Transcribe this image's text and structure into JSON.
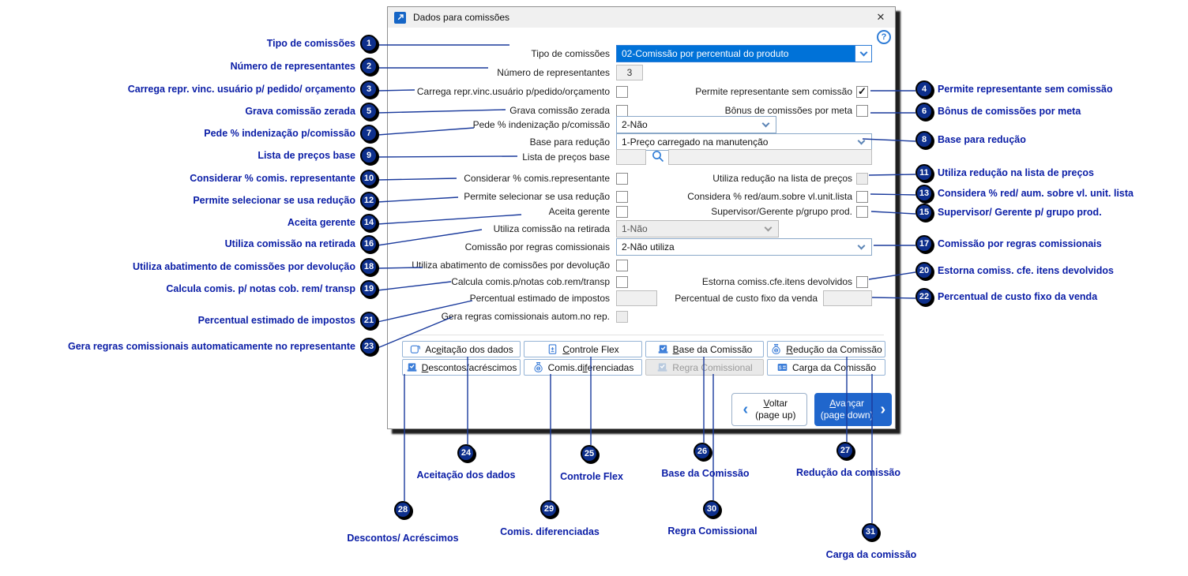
{
  "colors": {
    "selected_combo_bg": "#0072d8",
    "callout_circle": "#0d2f8c",
    "callout_text": "#0a1da6",
    "connector_line": "#1a3a9c",
    "next_button_bg": "#2066cc",
    "icon_blue": "#3b7dd8"
  },
  "window": {
    "title": "Dados para comissões",
    "close_glyph": "✕",
    "help_glyph": "?"
  },
  "form": {
    "check_glyph": "✓",
    "tipo": {
      "label": "Tipo de comissões",
      "value": "02-Comissão por percentual do produto"
    },
    "num_repr": {
      "label": "Número de representantes",
      "value": "3"
    },
    "carrega": {
      "label": "Carrega repr.vinc.usuário p/pedido/orçamento"
    },
    "permite_sem": {
      "label": "Permite representante sem comissão"
    },
    "grava": {
      "label": "Grava comissão zerada"
    },
    "bonus": {
      "label": "Bônus de comissões por meta"
    },
    "pede": {
      "label": "Pede % indenização p/comissão",
      "value": "2-Não"
    },
    "base_red": {
      "label": "Base para redução",
      "value": "1-Preço carregado na manutenção"
    },
    "lista": {
      "label": "Lista de preços base"
    },
    "considerar": {
      "label": "Considerar % comis.representante"
    },
    "utiliza_red": {
      "label": "Utiliza redução na lista de preços"
    },
    "permite_sel": {
      "label": "Permite selecionar se usa redução"
    },
    "considera_red": {
      "label": "Considera % red/aum.sobre vl.unit.lista"
    },
    "aceita": {
      "label": "Aceita gerente"
    },
    "supervisor": {
      "label": "Supervisor/Gerente p/grupo prod."
    },
    "retirada": {
      "label": "Utiliza comissão na retirada",
      "value": "1-Não"
    },
    "regras": {
      "label": "Comissão por regras comissionais",
      "value": "2-Não utiliza"
    },
    "abatimento": {
      "label": "Utiliza abatimento de comissões por devolução"
    },
    "calcula": {
      "label": "Calcula comis.p/notas cob.rem/transp"
    },
    "estorna": {
      "label": "Estorna comiss.cfe.itens devolvidos"
    },
    "impostos": {
      "label": "Percentual estimado de impostos"
    },
    "custo_fixo": {
      "label": "Percentual de custo fixo da venda"
    },
    "gera": {
      "label": "Gera regras comissionais autom.no rep."
    }
  },
  "action_buttons": {
    "row1": [
      {
        "pre": "Ac",
        "mn": "e",
        "post": "itação dos dados"
      },
      {
        "pre": "",
        "mn": "C",
        "post": "ontrole Flex"
      },
      {
        "pre": "",
        "mn": "B",
        "post": "ase da Comissão"
      },
      {
        "pre": "",
        "mn": "R",
        "post": "edução da Comissão"
      }
    ],
    "row2": [
      {
        "pre": "",
        "mn": "D",
        "post": "escontos/acréscimos"
      },
      {
        "pre": "Comis.d",
        "mn": "if",
        "post": "erenciadas"
      },
      {
        "pre": "Re",
        "mn": "g",
        "post": "ra Comissional"
      },
      {
        "pre": "",
        "mn": "",
        "post": "Carga da Comissão"
      }
    ]
  },
  "footer": {
    "back": {
      "mn": "V",
      "post": "oltar",
      "sub": "(page up)",
      "arrow": "‹"
    },
    "next": {
      "mn": "A",
      "post": "vançar",
      "sub": "(page down)",
      "arrow": "›"
    }
  },
  "callouts": {
    "left": [
      {
        "n": "1",
        "label": "Tipo de comissões"
      },
      {
        "n": "2",
        "label": "Número de representantes"
      },
      {
        "n": "3",
        "label": "Carrega repr. vinc. usuário p/ pedido/ orçamento"
      },
      {
        "n": "5",
        "label": "Grava comissão zerada"
      },
      {
        "n": "7",
        "label": "Pede % indenização p/comissão"
      },
      {
        "n": "9",
        "label": "Lista de preços base"
      },
      {
        "n": "10",
        "label": "Considerar % comis. representante"
      },
      {
        "n": "12",
        "label": "Permite selecionar se usa redução"
      },
      {
        "n": "14",
        "label": "Aceita gerente"
      },
      {
        "n": "16",
        "label": "Utiliza comissão na retirada"
      },
      {
        "n": "18",
        "label": "Utiliza abatimento de comissões por devolução"
      },
      {
        "n": "19",
        "label": "Calcula comis. p/ notas cob. rem/ transp"
      },
      {
        "n": "21",
        "label": "Percentual estimado de impostos"
      },
      {
        "n": "23",
        "label": "Gera regras comissionais automaticamente no representante"
      }
    ],
    "right": [
      {
        "n": "4",
        "label": "Permite representante sem comissão"
      },
      {
        "n": "6",
        "label": "Bônus de comissões por meta"
      },
      {
        "n": "8",
        "label": "Base para redução"
      },
      {
        "n": "11",
        "label": "Utiliza redução na lista de preços"
      },
      {
        "n": "13",
        "label": "Considera % red/ aum. sobre vl. unit. lista"
      },
      {
        "n": "15",
        "label": "Supervisor/ Gerente p/ grupo prod."
      },
      {
        "n": "17",
        "label": "Comissão por regras comissionais"
      },
      {
        "n": "20",
        "label": "Estorna comiss. cfe. itens devolvidos"
      },
      {
        "n": "22",
        "label": "Percentual de custo fixo da venda"
      }
    ],
    "bottom": [
      {
        "n": "24",
        "label": "Aceitação dos dados"
      },
      {
        "n": "25",
        "label": "Controle Flex"
      },
      {
        "n": "26",
        "label": "Base da Comissão"
      },
      {
        "n": "27",
        "label": "Redução da comissão"
      },
      {
        "n": "28",
        "label": "Descontos/ Acréscimos"
      },
      {
        "n": "29",
        "label": "Comis. diferenciadas"
      },
      {
        "n": "30",
        "label": "Regra Comissional"
      },
      {
        "n": "31",
        "label": "Carga da comissão"
      }
    ]
  }
}
